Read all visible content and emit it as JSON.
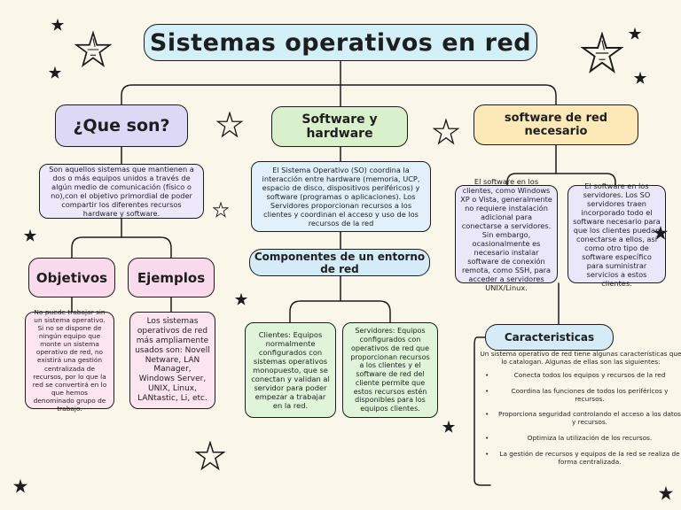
{
  "title": "Sistemas operativos en red",
  "sections": {
    "que_son": {
      "heading": "¿Que son?",
      "text": "Son aquellos sistemas que mantienen a dos o más equipos unidos a través de algún medio de comunicación (físico o no),con el objetivo primordial de poder compartir los diferentes recursos hardware y software."
    },
    "software_hardware": {
      "heading": "Software y hardware",
      "text": "El Sistema Operativo (SO) coordina la interacción entre hardware (memoria, UCP, espacio de disco, dispositivos periféricos) y software (programas o aplicaciones). Los Servidores proporcionan recursos a los clientes y coordinan el acceso y uso de los recursos de la red"
    },
    "software_red": {
      "heading": "software de red necesario",
      "clientes": "El software en los clientes, como Windows XP o Vista, generalmente no requiere instalación adicional para conectarse a servidores. Sin embargo, ocasionalmente es necesario instalar software de conexión remota, como SSH, para acceder a servidores UNIX/Linux.",
      "servidores": "El software en los servidores. Los SO servidores traen incorporado todo el software necesario para que los clientes puedan conectarse a ellos, así como otro tipo de software específico para suministrar servicios a estos clientes."
    },
    "objetivos": {
      "heading": "Objetivos",
      "text": "No puede trabajar sin un sistema operativo. Si no se dispone de ningún equipo que monte un sistema operativo de red, no existirá una gestión centralizada de recursos, por lo que la red se convertirá en lo que hemos denominado grupo de trabajo."
    },
    "ejemplos": {
      "heading": "Ejemplos",
      "text": "Los sistemas operativos de red más ampliamente usados son: Novell Netware, LAN Manager, Windows Server, UNIX, Linux, LANtastic, Li, etc."
    },
    "componentes": {
      "heading": "Componentes de un entorno de red",
      "clientes": "Clientes: Equipos normalmente configurados con sistemas operativos monopuesto, que se conectan y validan al servidor para poder empezar a trabajar en la red.",
      "servidores": "Servidores: Equipos configurados con operativos de red que proporcionan recursos a los clientes y el software de red del cliente permite que estos recursos estén disponibles para los equipos clientes."
    },
    "caracteristicas": {
      "heading": "Caracteristicas",
      "intro": "Un sistema operativo de red tiene algunas características que lo catalogan. Algunas de ellas son las siguientes:",
      "items": [
        "Conecta todos los equipos y recursos de la red",
        "Coordina las funciones de todos los periféricos y recursos.",
        "Proporciona seguridad controlando el acceso a los datos y recursos.",
        "Optimiza la utilización de los recursos.",
        "La gestión de recursos y equipos de la red se realiza de forma centralizada."
      ]
    }
  }
}
